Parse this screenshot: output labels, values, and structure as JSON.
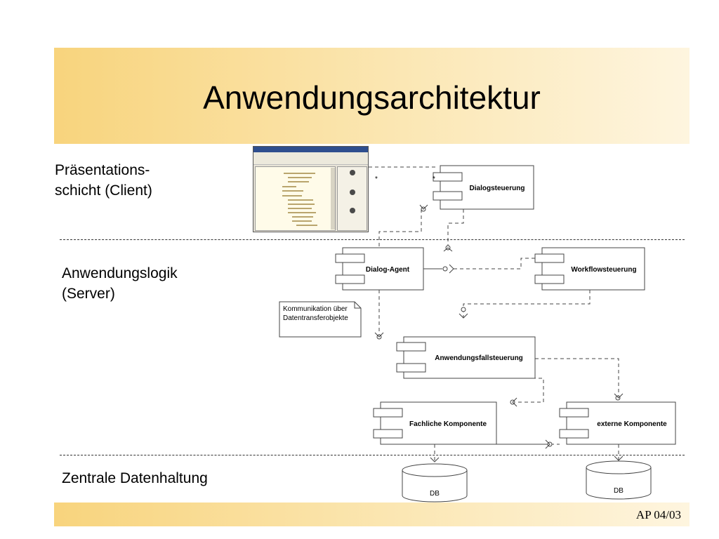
{
  "slide": {
    "title": "Anwendungsarchitektur",
    "footer": "AP 04/03"
  },
  "layers": {
    "presentation_line1": "Präsentations-",
    "presentation_line2": "schicht (Client)",
    "logic_line1": "Anwendungslogik",
    "logic_line2": "(Server)",
    "data": "Zentrale Datenhaltung"
  },
  "components": {
    "dialog_control": "Dialogsteuerung",
    "dialog_agent": "Dialog-Agent",
    "workflow_control": "Workflowsteuerung",
    "use_case_control": "Anwendungsfallsteuerung",
    "domain_component": "Fachliche Komponente",
    "external_component": "externe Komponente"
  },
  "note": {
    "line1": "Kommunikation über",
    "line2": "Datentransferobjekte"
  },
  "databases": {
    "db_left": "DB",
    "db_right": "DB"
  },
  "multiplicity": {
    "left": "*",
    "right": "*"
  }
}
